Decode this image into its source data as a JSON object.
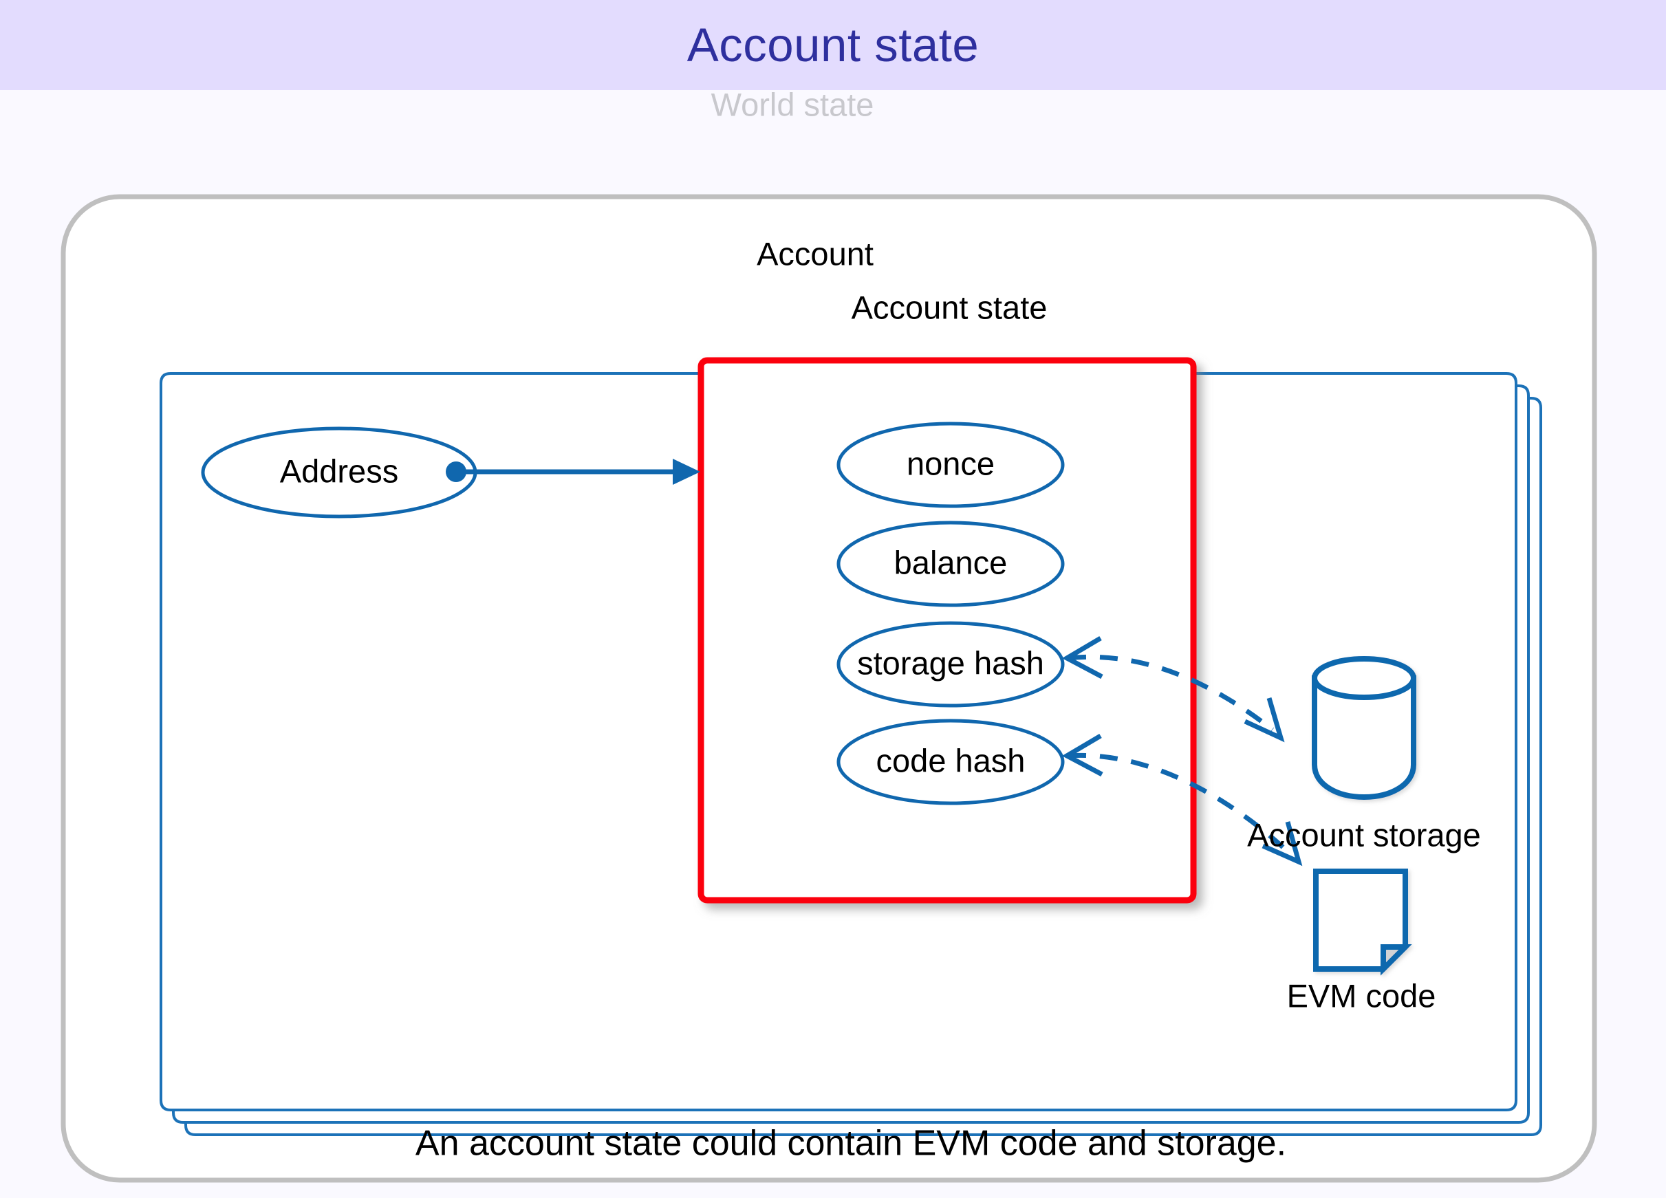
{
  "header": {
    "title": "Account state",
    "band_color": "#e3dcfe",
    "title_color": "#2e2f9e"
  },
  "page": {
    "background_color": "#faf9ff",
    "caption": "An account state could contain EVM code and storage."
  },
  "diagram": {
    "type": "entity-relationship",
    "world_state_label": "World state",
    "world_state_color": "#c8c8cd",
    "outer_container": {
      "name": "world-state-container",
      "stroke_color": "#bfbfbf"
    },
    "account_card": {
      "label": "Account",
      "stroke_color": "#1c72b8",
      "stack_count": 3
    },
    "account_state_box": {
      "label": "Account state",
      "stroke_color": "#fb0007",
      "fields": [
        {
          "label": "nonce",
          "has_link": false
        },
        {
          "label": "balance",
          "has_link": false
        },
        {
          "label": "storage hash",
          "has_link": true,
          "links_to": "Account storage"
        },
        {
          "label": "code hash",
          "has_link": true,
          "links_to": "EVM code"
        }
      ]
    },
    "address_node": {
      "label": "Address",
      "shape": "ellipse",
      "stroke_color": "#1067ae",
      "connector": "solid-arrow-to-account-state"
    },
    "external_nodes": [
      {
        "label": "Account storage",
        "icon": "database-cylinder-icon",
        "stroke_color": "#1067ae"
      },
      {
        "label": "EVM code",
        "icon": "document-page-icon",
        "stroke_color": "#1067ae"
      }
    ],
    "link_style": {
      "address_link": "solid",
      "hash_links": "dashed"
    }
  }
}
